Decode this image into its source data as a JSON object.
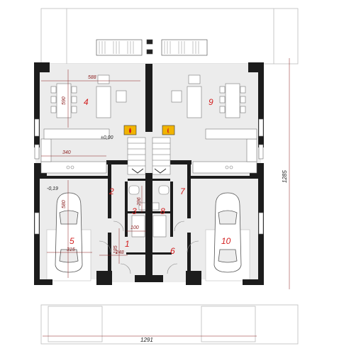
{
  "rooms": [
    {
      "id": "1",
      "label": "1"
    },
    {
      "id": "2",
      "label": "2"
    },
    {
      "id": "3",
      "label": "3"
    },
    {
      "id": "4",
      "label": "4"
    },
    {
      "id": "5",
      "label": "5"
    },
    {
      "id": "6",
      "label": "6"
    },
    {
      "id": "7",
      "label": "7"
    },
    {
      "id": "8",
      "label": "8"
    },
    {
      "id": "9",
      "label": "9"
    },
    {
      "id": "10",
      "label": "10"
    }
  ],
  "dimensions": {
    "living_width": "588",
    "living_depth": "590",
    "kitchen_width": "340",
    "garage_depth": "580",
    "garage_width": "315",
    "hall_width": "248",
    "hall_depth": "185",
    "bath_depth": "296",
    "bath_width": "100",
    "total_width": "1291",
    "total_depth": "1285"
  },
  "levels": {
    "ground": "±0,00",
    "garage": "-0,19"
  },
  "colors": {
    "wall": "#1c1c1c",
    "floor": "#ececec",
    "outline": "#bdbdbd",
    "label": "#d21e1e",
    "dim": "#8a1c1c",
    "fireplace": "#f1b400"
  }
}
